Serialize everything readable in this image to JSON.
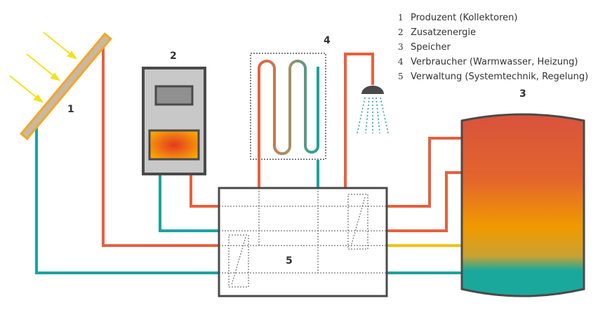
{
  "labels": {
    "collector": "1",
    "boiler": "2",
    "tank": "3",
    "consumer": "4",
    "control": "5"
  },
  "legend": [
    {
      "num": "1",
      "text": "Produzent (Kollektoren)"
    },
    {
      "num": "2",
      "text": "Zusatzenergie"
    },
    {
      "num": "3",
      "text": "Speicher"
    },
    {
      "num": "4",
      "text": "Verbraucher (Warmwasser, Heizung)"
    },
    {
      "num": "5",
      "text": "Verwaltung (Systemtechnik, Regelung)"
    }
  ],
  "colors": {
    "hot_pipe": "#e8603c",
    "cold_pipe": "#1aa3a0",
    "yellow_pipe": "#f4c20d",
    "outline": "#4a4a4a",
    "boiler_fill": "#c8c8c8",
    "collector_frame": "#f4a623",
    "collector_panel": "#c9b8a2",
    "sun_rays": "#f2e21b",
    "tank_top": "#d9533c",
    "tank_mid": "#f0a000",
    "tank_bottom": "#1aa89d"
  },
  "icons": {
    "collector": "solar-collector-icon",
    "boiler": "boiler-icon",
    "radiator": "radiator-icon",
    "shower": "shower-icon",
    "tank": "storage-tank-icon",
    "sun": "sun-rays-icon"
  }
}
